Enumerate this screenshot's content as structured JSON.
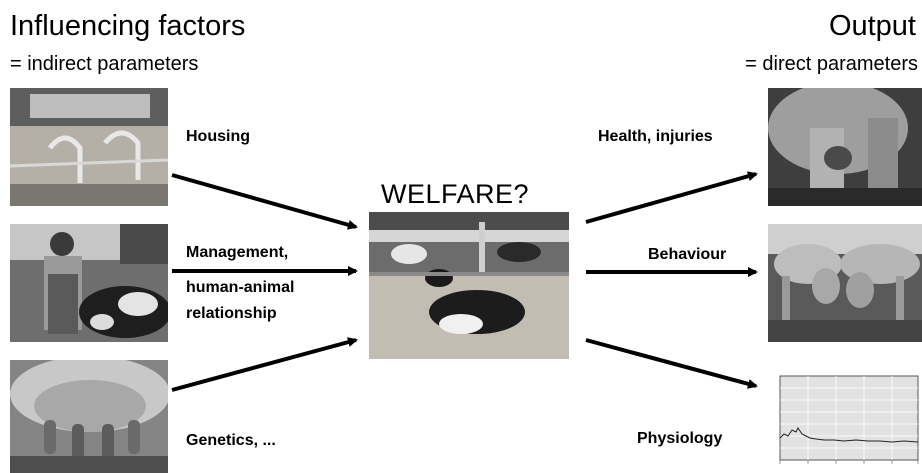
{
  "left_header": {
    "title": "Influencing factors",
    "subtitle": "= indirect parameters"
  },
  "right_header": {
    "title": "Output",
    "subtitle": "= direct parameters"
  },
  "center": {
    "title": "WELFARE?"
  },
  "inputs": [
    {
      "label": "Housing"
    },
    {
      "label_line1": "Management,",
      "label_line2": "human-animal",
      "label_line3": "relationship"
    },
    {
      "label": "Genetics, ..."
    }
  ],
  "outputs": [
    {
      "label": "Health, injuries"
    },
    {
      "label": "Behaviour"
    },
    {
      "label": "Physiology"
    }
  ],
  "colors": {
    "text": "#000000",
    "arrow": "#000000",
    "background": "#ffffff"
  }
}
